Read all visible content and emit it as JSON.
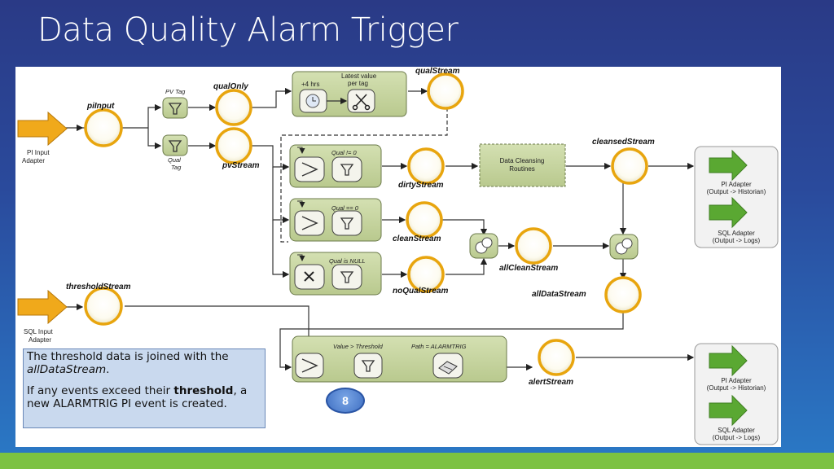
{
  "title": "Data Quality Alarm Trigger",
  "inputs": {
    "pi": "PI Input Adapter",
    "sql": "SQL Input Adapter"
  },
  "streams": {
    "piInput": "piInput",
    "qualOnly": "qualOnly",
    "qualStream": "qualStream",
    "pvStream": "pvStream",
    "dirtyStream": "dirtyStream",
    "cleanStream": "cleanStream",
    "noQualStream": "noQualStream",
    "allCleanStream": "allCleanStream",
    "cleansedStream": "cleansedStream",
    "allDataStream": "allDataStream",
    "thresholdStream": "thresholdStream",
    "alertStream": "alertStream"
  },
  "filters": {
    "pv_tag": "PV Tag",
    "qual_tag": "Qual Tag",
    "plus4": "+4 hrs",
    "latest": "Latest value per tag",
    "qual_ne0": "Qual != 0",
    "qual_eq0": "Qual == 0",
    "qual_null": "Qual is NULL",
    "value_gt": "Value > Threshold",
    "path_eq": "Path = ALARMTRIG"
  },
  "cleansing": "Data Cleansing Routines",
  "outputs": {
    "pi_adapter_1": "PI Adapter (Output -> Historian)",
    "sql_adapter_1": "SQL Adapter (Output -> Logs)",
    "pi_adapter_2": "PI Adapter (Output -> Historian)",
    "sql_adapter_2": "SQL Adapter (Output -> Logs)"
  },
  "note": {
    "line1_a": "The threshold data is joined with the ",
    "line1_em": "allDataStream",
    "line1_b": ".",
    "line2_a": "If any events exceed their ",
    "line2_strong": "threshold",
    "line2_b": ", a new ALARMTRIG PI event is created."
  },
  "page_number": "8",
  "colors": {
    "arrow_orange": "#f0a91b",
    "arrow_green": "#5aa832",
    "box_green": "#c8d6a4",
    "stream_yellow": "#f2b821",
    "footer_green": "#7cc242"
  }
}
